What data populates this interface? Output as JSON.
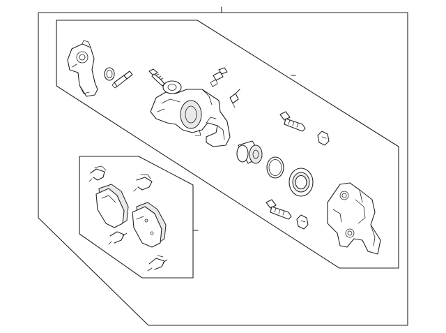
{
  "diagram": {
    "colors": {
      "line": "#222222",
      "background": "#ffffff",
      "panel": "#ffffff",
      "shade": "#e9e9e9"
    },
    "parts": [
      "mounting-bracket-left",
      "o-ring-small",
      "bleeder-screw",
      "bolt-short",
      "dust-cap-connector",
      "banjo-pin",
      "caliper-housing",
      "guide-pin-upper",
      "pin-boot-upper",
      "piston",
      "piston-seal",
      "dust-boot",
      "guide-pin-lower",
      "pin-boot-lower",
      "caliper-bracket",
      "pad-clip-1",
      "pad-clip-2",
      "brake-pad-outer",
      "brake-pad-inner",
      "pad-clip-3",
      "pad-clip-4"
    ]
  }
}
